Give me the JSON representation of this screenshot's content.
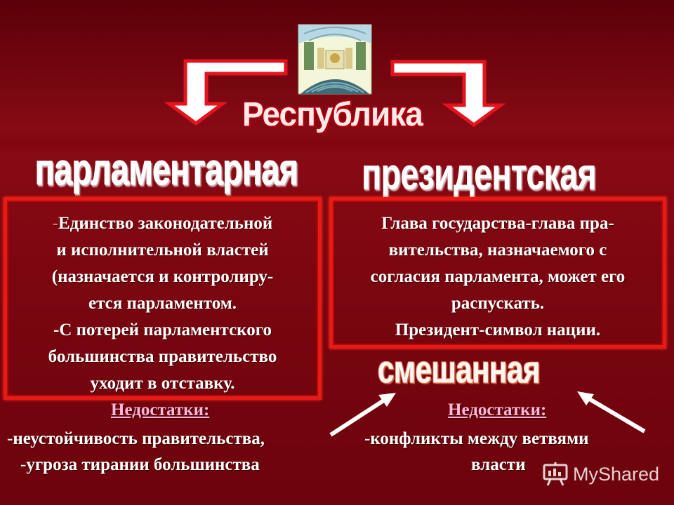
{
  "title": {
    "main": "Республика"
  },
  "branches": {
    "left": {
      "title": "парламентарная",
      "lines": [
        {
          "dash": "-",
          "text": "Единство законодательной"
        },
        {
          "dash": "",
          "text": "и исполнительной властей"
        },
        {
          "dash": "",
          "text": "(назначается и контролиру-"
        },
        {
          "dash": "",
          "text": "ется парламентом."
        },
        {
          "dash": "",
          "text": "-С потерей парламентского"
        },
        {
          "dash": "",
          "text": "большинства правительство"
        },
        {
          "dash": "",
          "text": "уходит в отставку."
        }
      ],
      "disadvantages": {
        "title": "Недостатки:",
        "items": [
          "-неустойчивость правительства,",
          "-угроза тирании большинства"
        ]
      }
    },
    "right": {
      "title": "президентская",
      "lines": [
        "Глава государства-глава пра-",
        "вительства, назначаемого с",
        "согласия парламента, может его",
        "распускать.",
        "Президент-символ нации."
      ],
      "disadvantages": {
        "title": "Недостатки:",
        "items": [
          "-конфликты между ветвями",
          "власти"
        ]
      }
    },
    "mixed": {
      "title": "смешанная"
    }
  },
  "icons": {
    "top": "parliament-hall-icon",
    "watermark": "presentation-board-icon"
  },
  "watermark": {
    "text": "MyShared"
  },
  "colors": {
    "background": "#7a0610",
    "box_border": "#e81a14",
    "arrow_fill": "#ffffff",
    "arrow_outline": "#e3141d",
    "disadvantages_title": "#ffb6d9"
  }
}
